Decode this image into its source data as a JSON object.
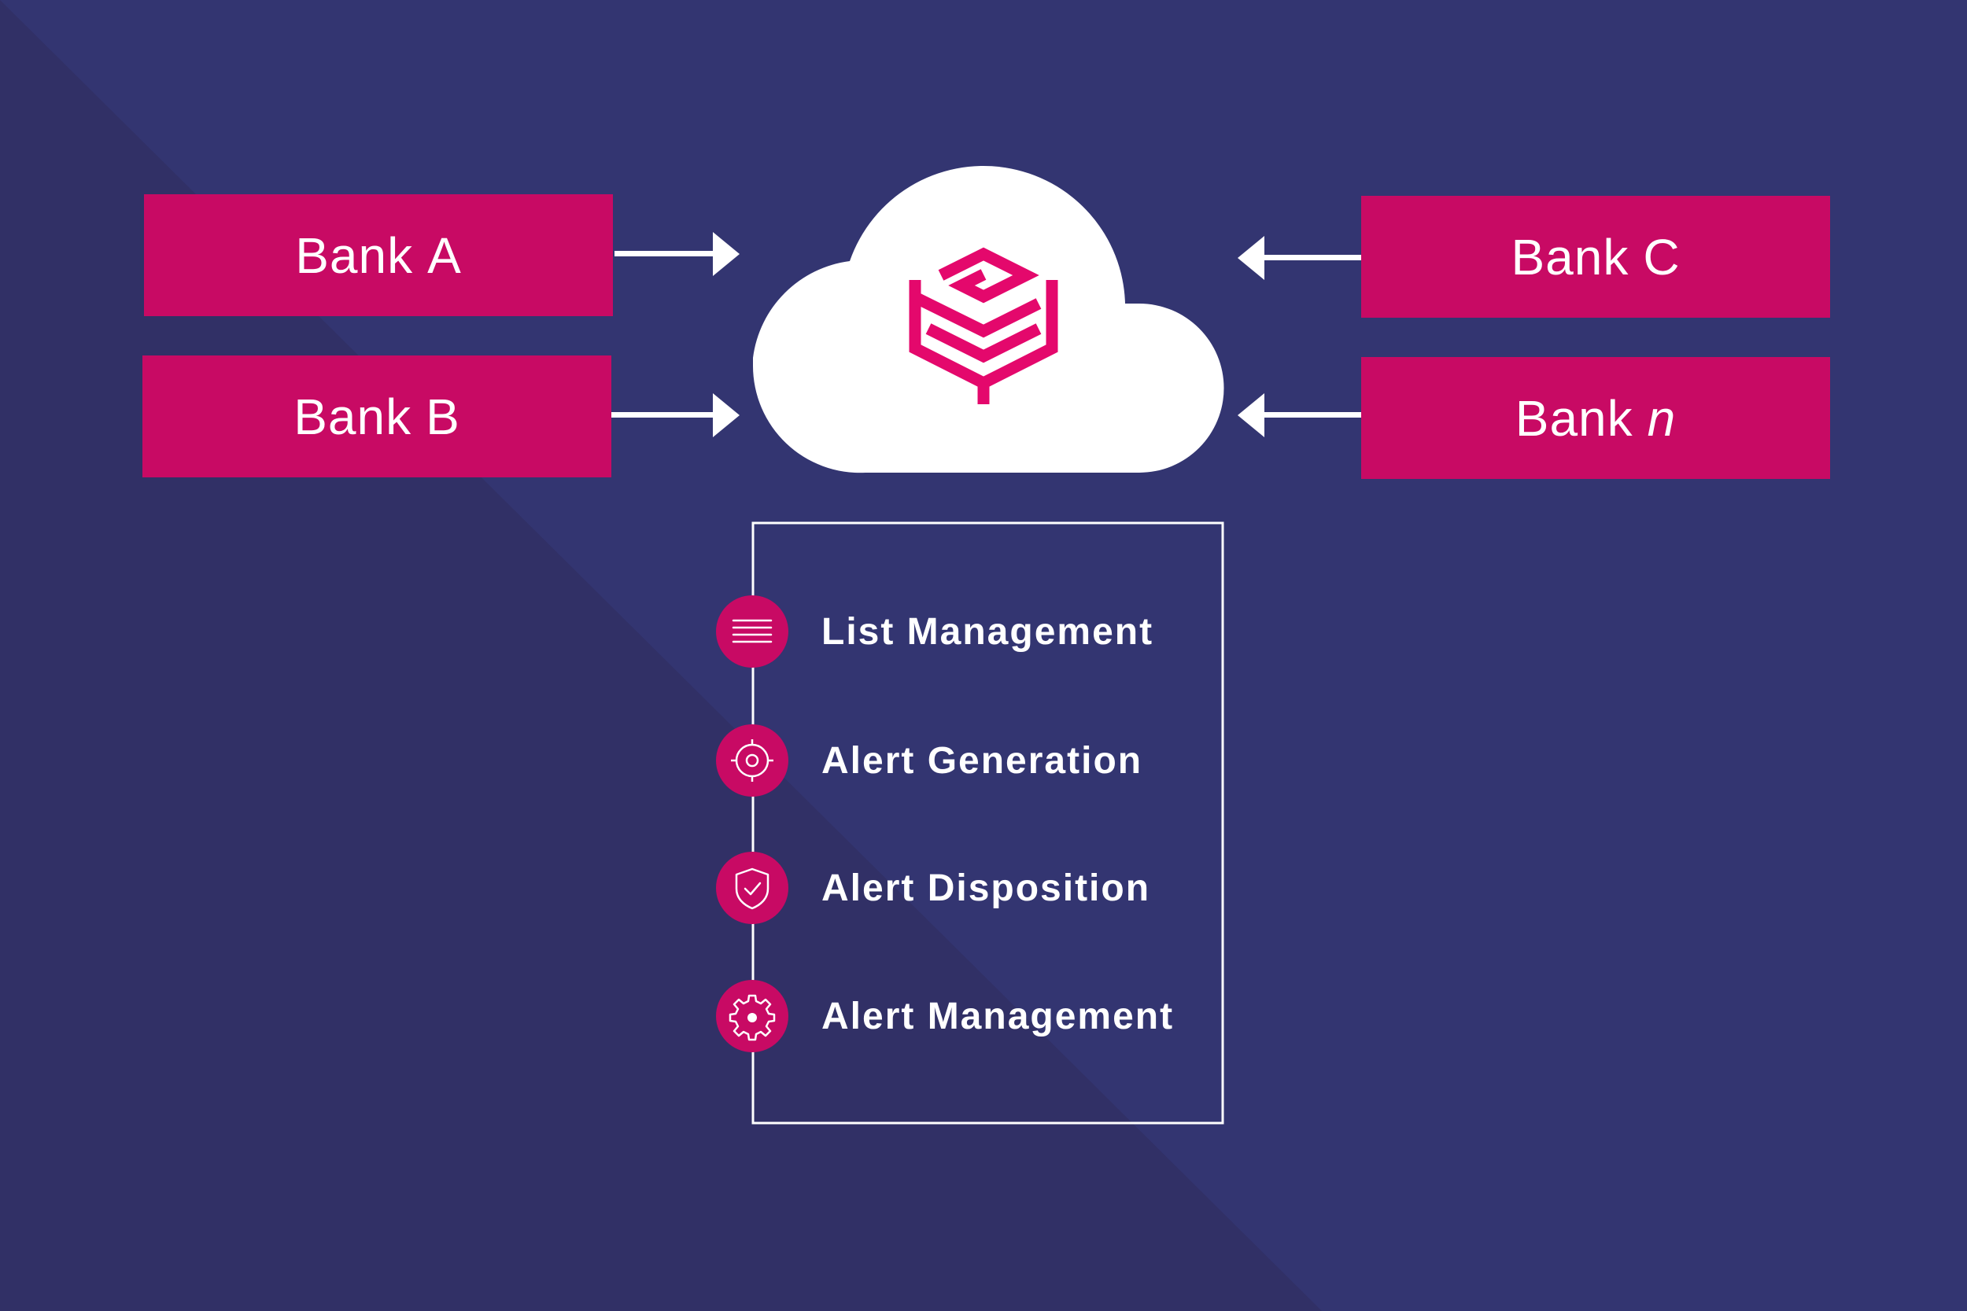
{
  "colors": {
    "background": "#333571",
    "background_shade": "#313066",
    "accent": "#c80a64",
    "foreground": "#ffffff"
  },
  "banks": [
    {
      "id": "bank-a",
      "label": "Bank",
      "suffix": "A",
      "direction": "right"
    },
    {
      "id": "bank-b",
      "label": "Bank",
      "suffix": "B",
      "direction": "right"
    },
    {
      "id": "bank-c",
      "label": "Bank",
      "suffix": "C",
      "direction": "left"
    },
    {
      "id": "bank-n",
      "label": "Bank",
      "suffix": "n",
      "direction": "left"
    }
  ],
  "hub": {
    "shape": "cloud",
    "icon": "shield-logo-icon"
  },
  "features": [
    {
      "label": "List Management",
      "icon": "list-icon"
    },
    {
      "label": "Alert Generation",
      "icon": "target-icon"
    },
    {
      "label": "Alert Disposition",
      "icon": "shield-check-icon"
    },
    {
      "label": "Alert Management",
      "icon": "gear-icon"
    }
  ]
}
